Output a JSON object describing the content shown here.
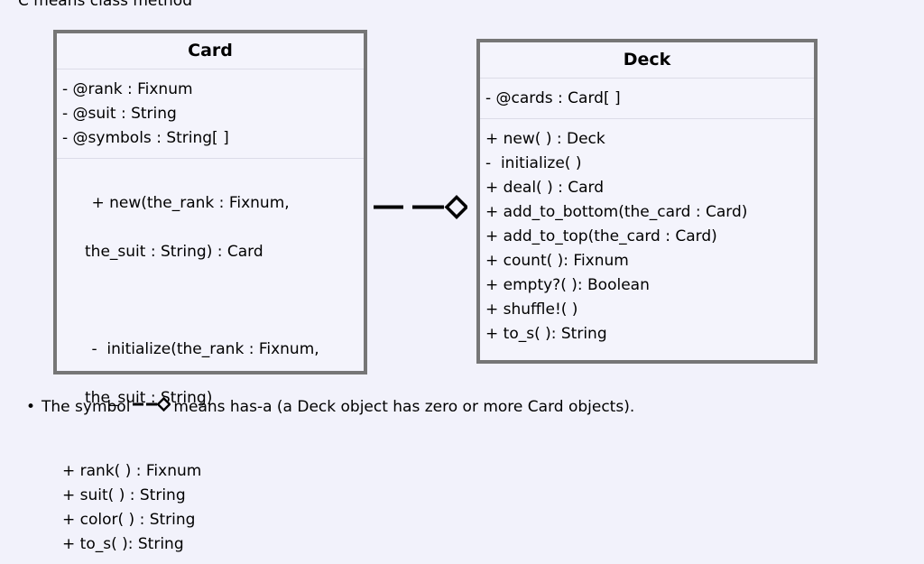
{
  "page": {
    "background_color": "#f2f2fb",
    "text_color": "#000000",
    "top_note": "C means class method"
  },
  "diagram": {
    "type": "uml-class-diagram",
    "border_color": "#767676",
    "box_fill": "#f4f4fc",
    "separator_color": "#dcdce8",
    "classes": [
      {
        "name": "Card",
        "attributes": [
          "- @rank : Fixnum",
          "- @suit : String",
          "- @symbols : String[ ]"
        ],
        "methods": [
          {
            "line1": "+ new(the_rank : Fixnum,",
            "line2": "the_suit : String) : Card"
          },
          {
            "line1": "-  initialize(the_rank : Fixnum,",
            "line2": "the_suit : String)"
          },
          {
            "line1": "+ rank( ) : Fixnum",
            "line2": ""
          },
          {
            "line1": "+ suit( ) : String",
            "line2": ""
          },
          {
            "line1": "+ color( ) : String",
            "line2": ""
          },
          {
            "line1": "+ to_s( ): String",
            "line2": ""
          }
        ]
      },
      {
        "name": "Deck",
        "attributes": [
          "- @cards : Card[ ]"
        ],
        "methods": [
          {
            "line1": "+ new( ) : Deck",
            "line2": ""
          },
          {
            "line1": "-  initialize( )",
            "line2": ""
          },
          {
            "line1": "+ deal( ) : Card",
            "line2": ""
          },
          {
            "line1": "+ add_to_bottom(the_card : Card)",
            "line2": ""
          },
          {
            "line1": "+ add_to_top(the_card : Card)",
            "line2": ""
          },
          {
            "line1": "+ count( ): Fixnum",
            "line2": ""
          },
          {
            "line1": "+ empty?( ): Boolean",
            "line2": ""
          },
          {
            "line1": "+ shuffle!( )",
            "line2": ""
          },
          {
            "line1": "+ to_s( ): String",
            "line2": ""
          }
        ]
      }
    ],
    "association": {
      "kind": "aggregation",
      "source": "Card",
      "target": "Deck",
      "marker": "hollow-diamond",
      "line_color": "#000000"
    }
  },
  "caption": {
    "bullet": "•",
    "text_before": "The symbol",
    "text_after": "means has-a (a Deck object has zero or more Card objects)."
  }
}
